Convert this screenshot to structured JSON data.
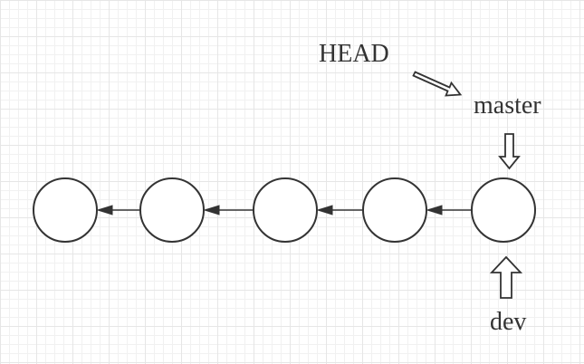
{
  "diagram": {
    "labels": {
      "head": "HEAD",
      "master": "master",
      "dev": "dev"
    },
    "commits": [
      "",
      "",
      "",
      "",
      ""
    ],
    "colors": {
      "stroke": "#333333",
      "fill": "#ffffff",
      "grid": "#e6e6e6"
    }
  }
}
